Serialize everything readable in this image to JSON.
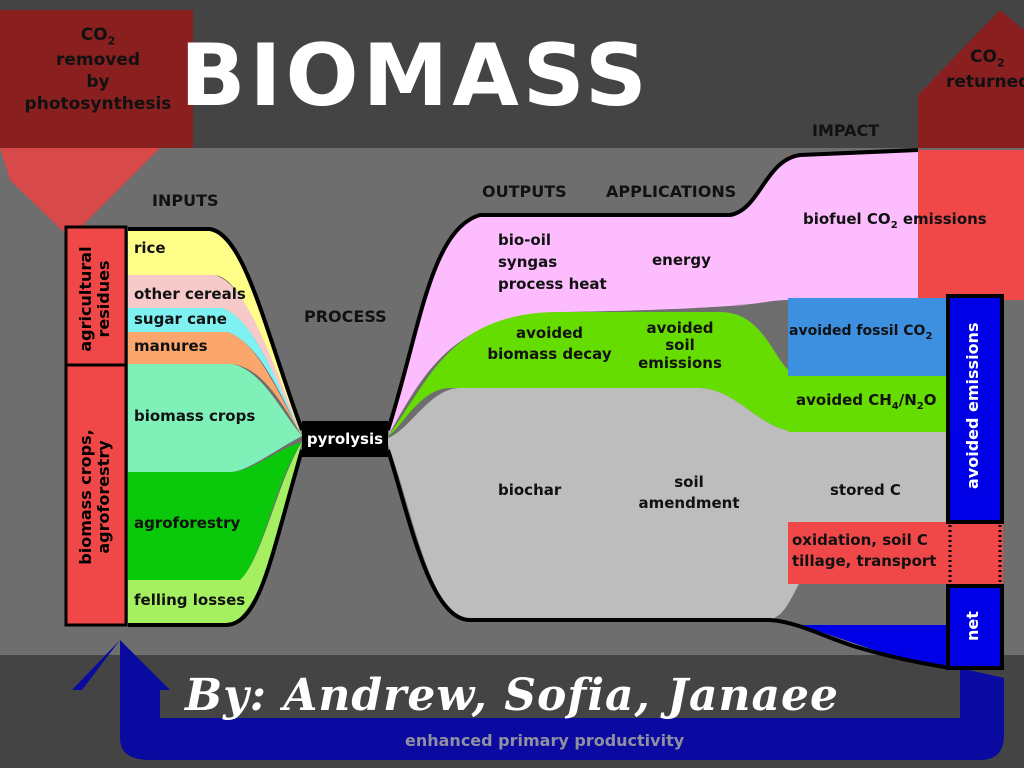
{
  "title": "BIOMASS",
  "byline": "By: Andrew, Sofia, Janaee",
  "co2_removed": {
    "line1": "CO",
    "sub": "2",
    "line2": "removed",
    "line3": "by",
    "line4": "photosynthesis"
  },
  "co2_returned": {
    "line1": "CO",
    "sub": "2",
    "line2": "returned"
  },
  "headers": {
    "inputs": "INPUTS",
    "process": "PROCESS",
    "outputs": "OUTPUTS",
    "applications": "APPLICATIONS",
    "impact": "IMPACT"
  },
  "groups": {
    "agricultural": "agricultural residues",
    "biomass": "biomass crops, agroforestry"
  },
  "inputs": [
    "rice",
    "other cereals",
    "sugar cane",
    "manures",
    "biomass crops",
    "agroforestry",
    "felling losses"
  ],
  "process": "pyrolysis",
  "outputs": {
    "bio": [
      "bio-oil",
      "syngas",
      "process heat"
    ],
    "avoided_decay": [
      "avoided",
      "biomass decay"
    ],
    "biochar": "biochar"
  },
  "applications": {
    "energy": "energy",
    "avoided_soil": [
      "avoided",
      "soil",
      "emissions"
    ],
    "soil_amendment": [
      "soil",
      "amendment"
    ]
  },
  "impact": {
    "biofuel": {
      "pre": "biofuel CO",
      "sub": "2",
      "post": " emissions"
    },
    "fossil": {
      "pre": "avoided fossil CO",
      "sub": "2"
    },
    "ch4": {
      "pre": "avoided CH",
      "sub1": "4",
      "mid": "/N",
      "sub2": "2",
      "post": "O"
    },
    "stored": "stored C",
    "oxidation": [
      "oxidation, soil C",
      "tillage, transport"
    ]
  },
  "side": {
    "avoided_emissions": "avoided emissions",
    "net": "net"
  },
  "enhanced": "enhanced primary productivity",
  "colors": {
    "red": "#f04848",
    "yellow": "#fefe88",
    "pink": "#f7caca",
    "cyan": "#7ef2f2",
    "orange": "#fba66c",
    "mint": "#7ef0b8",
    "green": "#0ac80a",
    "lime": "#a4f060",
    "magenta": "#fdbcfd",
    "avgreen": "#66dd00",
    "grey": "#bdbdbd",
    "blue": "#0000e6",
    "darkred": "#8a1f1f",
    "banner": "#444444"
  }
}
